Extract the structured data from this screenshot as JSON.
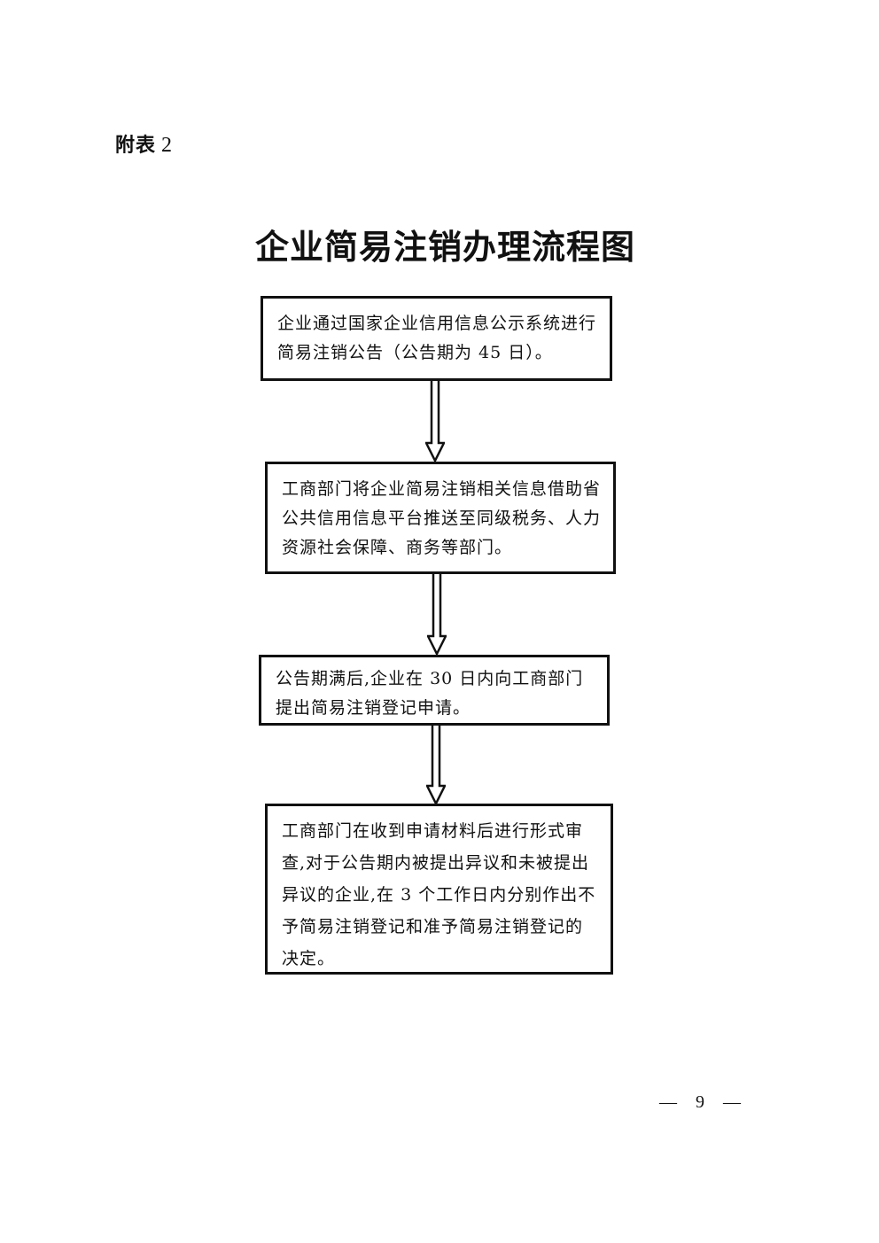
{
  "header": {
    "appendix_label": "附表",
    "appendix_number": "2"
  },
  "title": "企业简易注销办理流程图",
  "steps": [
    {
      "text": "企业通过国家企业信用信息公示系统进行简易注销公告（公告期为 45 日）。"
    },
    {
      "text": "工商部门将企业简易注销相关信息借助省公共信用信息平台推送至同级税务、人力资源社会保障、商务等部门。"
    },
    {
      "text": "公告期满后,企业在 30 日内向工商部门提出简易注销登记申请。"
    },
    {
      "text": "工商部门在收到申请材料后进行形式审查,对于公告期内被提出异议和未被提出异议的企业,在 3 个工作日内分别作出不予简易注销登记和准予简易注销登记的决定。"
    }
  ],
  "footer": {
    "page_number": "— 9 —"
  }
}
